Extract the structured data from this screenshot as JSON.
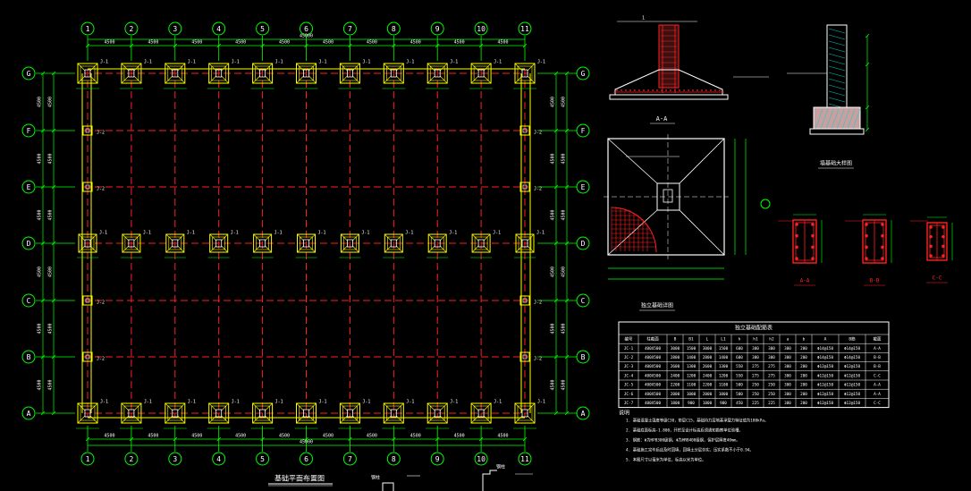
{
  "colors": {
    "background": "#000000",
    "grid_bubble": "#00ff00",
    "dimension": "#00ff00",
    "axis_dashed": "#ff2020",
    "footing": "#ffff00",
    "beam": "#ffff00",
    "rebar": "#ff2020",
    "text": "#ffffff",
    "section_fill": "#c8a0a0",
    "hatch": "#00d0d0"
  },
  "plan": {
    "col_labels": [
      "1",
      "2",
      "3",
      "4",
      "5",
      "6",
      "7",
      "8",
      "9",
      "10",
      "11"
    ],
    "row_labels": [
      "G",
      "F",
      "E",
      "D",
      "C",
      "B",
      "A"
    ],
    "title": "基础平面布置图",
    "footing_tag_main": "J-1",
    "footing_tag_side": "J-2",
    "overall_dim": "45000",
    "bay_dim": "4500"
  },
  "sections": {
    "a_a_title": "A-A",
    "wall_title": "墙基础大样图",
    "footing_plan_title": "独立基础详图",
    "col_sections": [
      "A-A",
      "B-B",
      "C-C"
    ],
    "detail_marker": "1"
  },
  "table": {
    "title": "独立基础配筋表",
    "headers": [
      "编号",
      "柱截面",
      "B",
      "B1",
      "L",
      "L1",
      "h",
      "h1",
      "h2",
      "a",
      "b",
      "A",
      "B筋",
      "截面"
    ],
    "rows": [
      [
        "JC-1",
        "400X500",
        "3000",
        "1500",
        "3000",
        "1500",
        "600",
        "300",
        "300",
        "300",
        "200",
        "Φ14@150",
        "Φ14@150",
        "A-A"
      ],
      [
        "JC-2",
        "400X500",
        "2800",
        "1400",
        "2800",
        "1400",
        "600",
        "300",
        "300",
        "300",
        "200",
        "Φ14@150",
        "Φ14@150",
        "B-B"
      ],
      [
        "JC-3",
        "400X500",
        "2600",
        "1300",
        "2600",
        "1300",
        "550",
        "275",
        "275",
        "300",
        "200",
        "Φ12@150",
        "Φ12@150",
        "B-B"
      ],
      [
        "JC-4",
        "400X500",
        "2400",
        "1200",
        "2400",
        "1200",
        "550",
        "275",
        "275",
        "300",
        "200",
        "Φ12@150",
        "Φ12@150",
        "C-C"
      ],
      [
        "JC-5",
        "400X500",
        "2200",
        "1100",
        "2200",
        "1100",
        "500",
        "250",
        "250",
        "300",
        "200",
        "Φ12@150",
        "Φ12@150",
        "A-A"
      ],
      [
        "JC-6",
        "400X500",
        "2000",
        "1000",
        "2000",
        "1000",
        "500",
        "250",
        "250",
        "300",
        "200",
        "Φ12@150",
        "Φ12@150",
        "A-A"
      ],
      [
        "JC-7",
        "400X500",
        "1800",
        "900",
        "1800",
        "900",
        "450",
        "225",
        "225",
        "300",
        "200",
        "Φ12@150",
        "Φ12@150",
        "C-C"
      ]
    ]
  },
  "notes": {
    "heading": "说明",
    "lines": [
      "1. 基础混凝土强度等级C30，垫层C15，基础持力层地基承载力特征值为180kPa。",
      "2. 基础底面标高-1.800，开挖至设计标高后须通知勘察单位验槽。",
      "3. 钢筋：Φ为HPB300级钢，Φ为HRB400级钢，保护层厚度40mm。",
      "4. 基础施工完毕后应及时回填，回填土分层夯实，压实系数不小于0.94。",
      "5. 本图尺寸以毫米为单位，标高以米为单位。"
    ]
  },
  "legend": {
    "label_a": "钢柱",
    "label_b": "钢柱"
  }
}
